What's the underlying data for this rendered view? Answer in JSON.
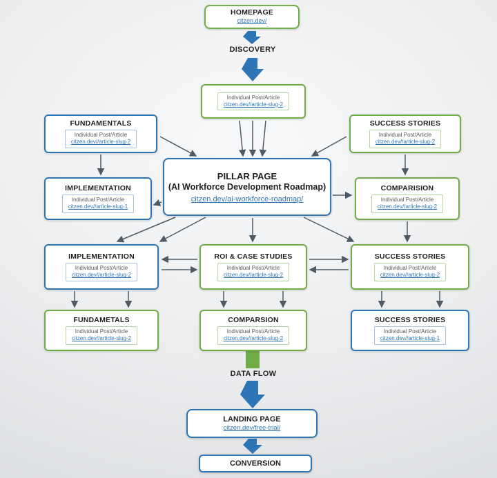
{
  "diagram": {
    "labels": {
      "discovery": "DISCOVERY",
      "data_flow": "DATA FLOW"
    },
    "colors": {
      "blue": "#2e75b6",
      "green": "#70ad47",
      "link_blue": "#2e74b5",
      "arrow_gray": "#4e5b66"
    },
    "nodes": {
      "homepage": {
        "title": "HOMEPAGE",
        "link": "citzen.dev/"
      },
      "article_top": {
        "post": "Individual Post/Article",
        "link": "citzen.dev//article-slug-2"
      },
      "fundamentals_top": {
        "title": "FUNDAMENTALS",
        "post": "Individual Post/Article",
        "link": "citzen.dev//article-slug-2"
      },
      "success_stories_top": {
        "title": "SUCCESS STORIES",
        "post": "Individual Post/Article",
        "link": "citzen.dev//article-slug-2"
      },
      "pillar": {
        "title": "PILLAR PAGE",
        "subtitle": "(AI Workforce Development Roadmap)",
        "link": "citzen.dev/ai-workforce-roadmap/"
      },
      "implementation_upper": {
        "title": "IMPLEMENTATION",
        "post": "Individual Post/Article",
        "link": "citzen.dev//article-slug-1"
      },
      "comparision_upper": {
        "title": "COMPARISION",
        "post": "Individual Post/Article",
        "link": "citzen.dev//article-slug-2"
      },
      "implementation_mid": {
        "title": "IMPLEMENTATION",
        "post": "Individual Post/Article",
        "link": "citzen.dev//article-slug-2"
      },
      "roi_case_studies": {
        "title": "ROI & CASE STUDIES",
        "post": "Individual Post/Article",
        "link": "citzen.dev//article-slug-2"
      },
      "success_stories_mid": {
        "title": "SUCCESS STORIES",
        "post": "Individual Post/Article",
        "link": "citzen.dev//article-slug-2"
      },
      "fundametals_bottom": {
        "title": "FUNDAMETALS",
        "post": "Individual Post/Article",
        "link": "citzen.dev//article-slug-2"
      },
      "comparsion_bottom": {
        "title": "COMPARSION",
        "post": "Individual Post/Article",
        "link": "citzen.dev//article-slug-2"
      },
      "success_stories_bottom": {
        "title": "SUCCESS STORIES",
        "post": "Individual Post/Article",
        "link": "citzen.dev//article-slug-1"
      },
      "landing": {
        "title": "LANDING PAGE",
        "link": "citzen.dev/free-trial/"
      },
      "conversion": {
        "title": "CONVERSION"
      }
    }
  }
}
